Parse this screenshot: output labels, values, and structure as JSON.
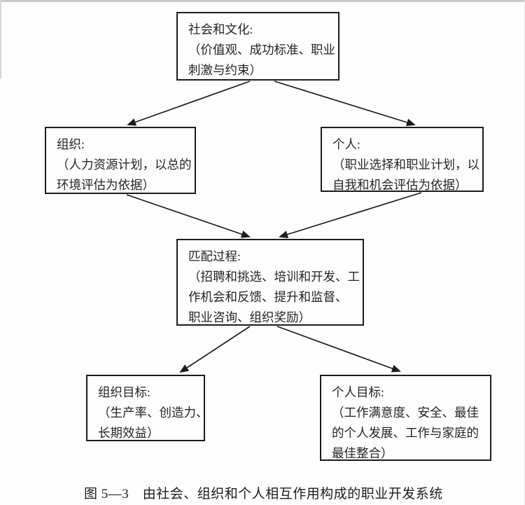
{
  "figure": {
    "caption": "图 5—3　由社会、组织和个人相互作用构成的职业开发系统"
  },
  "colors": {
    "background": "#fefefe",
    "box_border": "#1c1c1c",
    "text": "#242424",
    "arrow": "#1c1c1c",
    "scan_edge": "#c9c9c9"
  },
  "nodes": {
    "society": {
      "lines": [
        "社会和文化:",
        "（价值观、成功标准、职业",
        "刺激与约束）"
      ]
    },
    "organization": {
      "lines": [
        "组织:",
        "（人力资源计划，以总的",
        "环境评估为依据）"
      ]
    },
    "individual": {
      "lines": [
        "个人:",
        "（职业选择和职业计划，以",
        "自我和机会评估为依据）"
      ]
    },
    "matching": {
      "lines": [
        "匹配过程:",
        "（招聘和挑选、培训和开发、工",
        "作机会和反馈、提升和监督、",
        "职业咨询、组织奖励）"
      ]
    },
    "organization_goals": {
      "lines": [
        "组织目标:",
        "（生产率、创造力、",
        "长期效益）"
      ]
    },
    "personal_goals": {
      "lines": [
        "个人目标:",
        "（工作满意度、安全、最佳",
        "的个人发展、工作与家庭的",
        "最佳整合）"
      ]
    }
  },
  "edges": [
    {
      "from": "society",
      "to": "organization"
    },
    {
      "from": "society",
      "to": "individual"
    },
    {
      "from": "organization",
      "to": "matching"
    },
    {
      "from": "individual",
      "to": "matching"
    },
    {
      "from": "matching",
      "to": "organization_goals"
    },
    {
      "from": "matching",
      "to": "personal_goals"
    }
  ]
}
